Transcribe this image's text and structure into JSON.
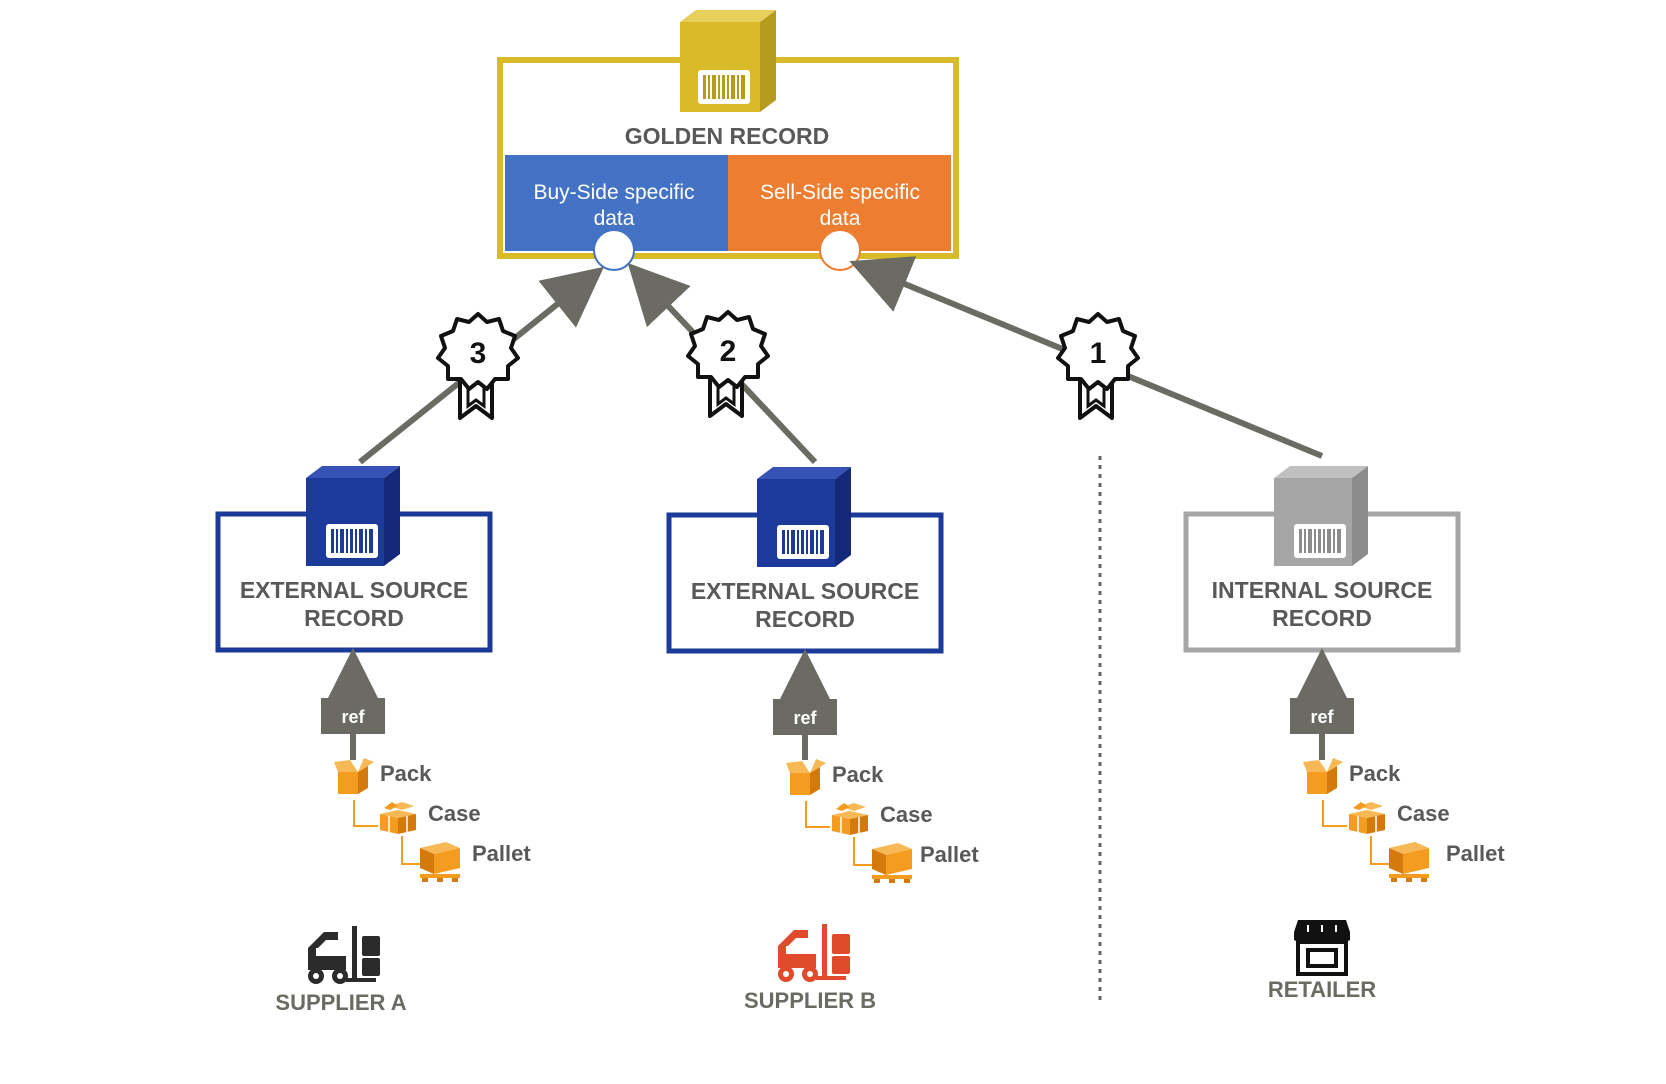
{
  "golden": {
    "title": "GOLDEN RECORD",
    "buy_line1": "Buy-Side specific",
    "buy_line2": "data",
    "sell_line1": "Sell-Side specific",
    "sell_line2": "data"
  },
  "badges": [
    "3",
    "2",
    "1"
  ],
  "sources": [
    {
      "line1": "EXTERNAL SOURCE",
      "line2": "RECORD",
      "ref": "ref",
      "pack": "Pack",
      "case": "Case",
      "pallet": "Pallet",
      "owner": "SUPPLIER A"
    },
    {
      "line1": "EXTERNAL SOURCE",
      "line2": "RECORD",
      "ref": "ref",
      "pack": "Pack",
      "case": "Case",
      "pallet": "Pallet",
      "owner": "SUPPLIER B"
    },
    {
      "line1": "INTERNAL SOURCE",
      "line2": "RECORD",
      "ref": "ref",
      "pack": "Pack",
      "case": "Case",
      "pallet": "Pallet",
      "owner": "RETAILER"
    }
  ],
  "colors": {
    "gold": "#d9bb2a",
    "gold_dark": "#b59b1e",
    "buy_blue": "#4472c4",
    "sell_orange": "#ed7d31",
    "navy": "#1b3a9a",
    "grey_box": "#a6a6a6",
    "arrow_grey": "#6b6b63",
    "label_grey": "#595959",
    "box_orange": "#f39c1f",
    "supplier_a": "#2b2b2b",
    "supplier_b": "#e04b2b",
    "retailer": "#111111"
  },
  "icons": {
    "record_cube": "barcode-cube-icon",
    "badge": "award-ribbon-icon",
    "pack": "open-box-icon",
    "case": "case-boxes-icon",
    "pallet": "pallet-icon",
    "supplier": "forklift-icon",
    "retailer": "storefront-icon"
  }
}
